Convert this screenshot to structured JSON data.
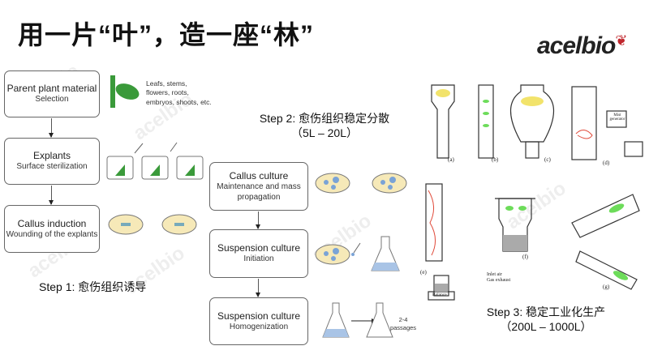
{
  "title": "用一片“叶”，造一座“林”",
  "logo": {
    "text": "acelbio",
    "accent": "#c0272d"
  },
  "watermark": "acelbio",
  "step1": {
    "label": "Step 1: 愈伤组织诱导",
    "boxes": [
      {
        "title": "Parent plant material",
        "subtitle": "Selection"
      },
      {
        "title": "Explants",
        "subtitle": "Surface sterilization"
      },
      {
        "title": "Callus induction",
        "subtitle": "Wounding of the explants"
      }
    ],
    "plant_note": "Leafs, stems, flowers, roots, embryos, shoots, etc."
  },
  "step2": {
    "label": "Step 2: 愈伤组织稳定分散",
    "range": "（5L – 20L）",
    "boxes": [
      {
        "title": "Callus culture",
        "subtitle": "Maintenance and mass propagation"
      },
      {
        "title": "Suspension culture",
        "subtitle": "Initiation"
      },
      {
        "title": "Suspension culture",
        "subtitle": "Homogenization"
      }
    ],
    "passages": "2-4 passages"
  },
  "step3": {
    "label": "Step 3: 稳定工业化生产",
    "range": "（200L – 1000L）",
    "reactor_labels": [
      "(a)",
      "(b)",
      "(c)",
      "(d)",
      "(e)",
      "(f)",
      "(g)"
    ],
    "mist_generator": "Mist generator",
    "balance": "Balance",
    "legend": [
      "Inlet air",
      "Gas exhaust"
    ]
  }
}
